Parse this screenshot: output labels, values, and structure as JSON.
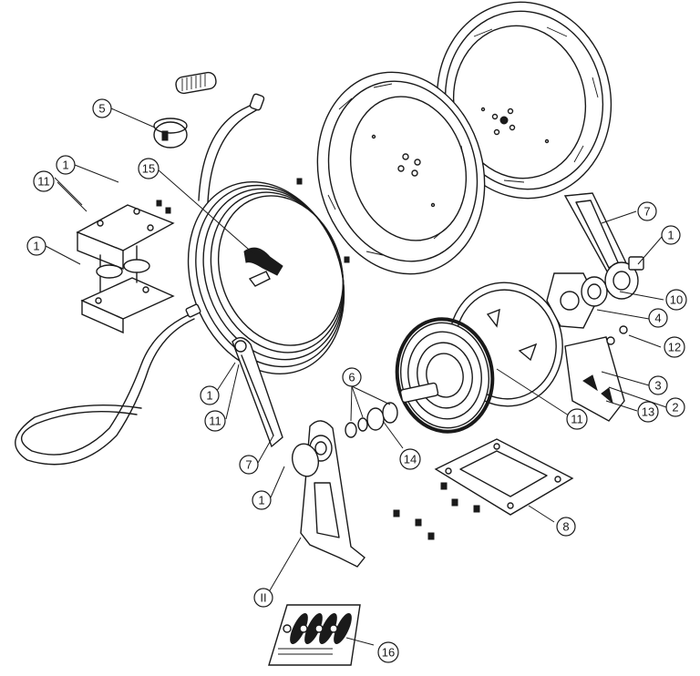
{
  "callouts": [
    {
      "id": "c1a",
      "text": "1"
    },
    {
      "id": "c1b",
      "text": "1"
    },
    {
      "id": "c1c",
      "text": "1"
    },
    {
      "id": "c1d",
      "text": "1"
    },
    {
      "id": "c1e",
      "text": "1"
    },
    {
      "id": "c2",
      "text": "2"
    },
    {
      "id": "c3",
      "text": "3"
    },
    {
      "id": "c4",
      "text": "4"
    },
    {
      "id": "c5",
      "text": "5"
    },
    {
      "id": "c6",
      "text": "6"
    },
    {
      "id": "c7a",
      "text": "7"
    },
    {
      "id": "c7b",
      "text": "7"
    },
    {
      "id": "c8",
      "text": "8"
    },
    {
      "id": "c10",
      "text": "10"
    },
    {
      "id": "c11a",
      "text": "11"
    },
    {
      "id": "c11b",
      "text": "11"
    },
    {
      "id": "c11c",
      "text": "11"
    },
    {
      "id": "c12",
      "text": "12"
    },
    {
      "id": "c13",
      "text": "13"
    },
    {
      "id": "c14",
      "text": "14"
    },
    {
      "id": "c15",
      "text": "15"
    },
    {
      "id": "c16",
      "text": "16"
    },
    {
      "id": "cII",
      "text": "II"
    }
  ]
}
